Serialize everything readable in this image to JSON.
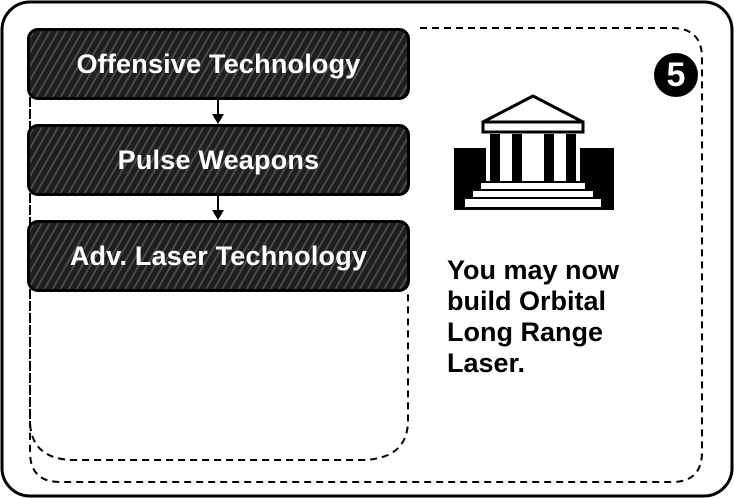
{
  "tech_chain": [
    {
      "label": "Offensive Technology"
    },
    {
      "label": "Pulse Weapons"
    },
    {
      "label": "Adv. Laser Technology"
    }
  ],
  "step_number": "5",
  "unlock_message": {
    "line1": "You may now",
    "line2": "build Orbital",
    "line3": "Long Range",
    "line4": "Laser."
  },
  "icons": {
    "building": "government-building-icon",
    "step": "step-number-badge-icon"
  },
  "colors": {
    "border": "#000000",
    "box_fill": "#2b2b2b",
    "box_text": "#ffffff",
    "background": "#ffffff"
  }
}
